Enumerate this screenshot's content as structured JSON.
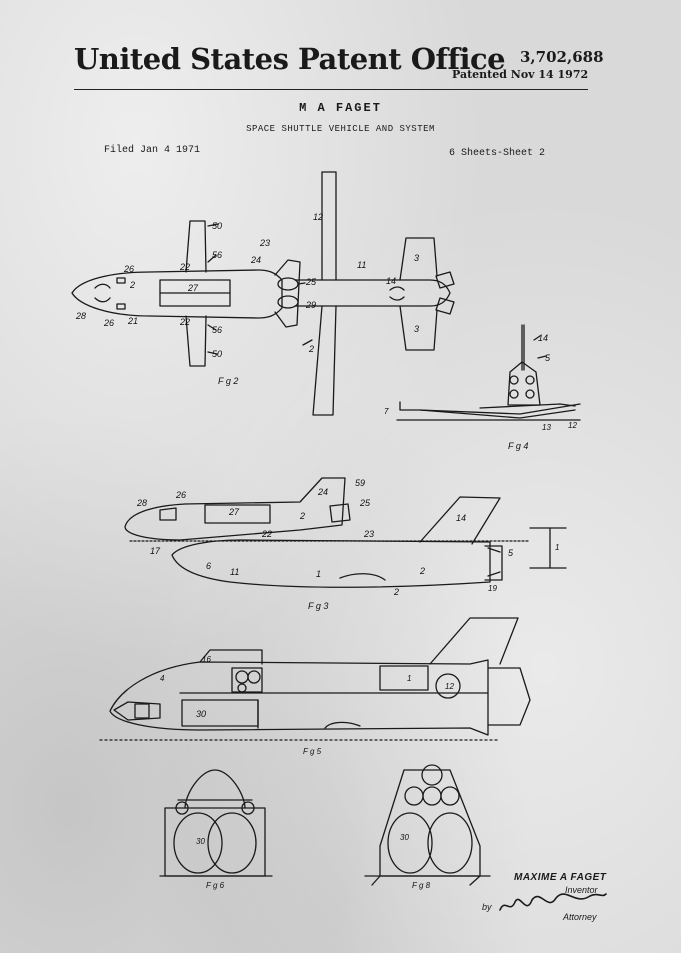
{
  "header": {
    "office": "United States Patent Office",
    "patent_number": "3,702,688",
    "patented": "Patented Nov 14 1972"
  },
  "inventor_line": "M A FAGET",
  "title": "SPACE SHUTTLE VEHICLE AND SYSTEM",
  "filed": "Filed Jan 4 1971",
  "sheets": "6 Sheets-Sheet 2",
  "figures": {
    "fig2": "F g 2",
    "fig3": "F g 3",
    "fig4": "F g 4",
    "fig5": "F g 5",
    "fig6": "F g 6",
    "fig8": "F g 8"
  },
  "ref_numerals": {
    "n50": "50",
    "n56": "56",
    "n22": "22",
    "n26": "26",
    "n2": "2",
    "n27": "27",
    "n28": "28",
    "n21": "21",
    "n23": "23",
    "n24": "24",
    "n25": "25",
    "n29": "29",
    "n12": "12",
    "n11": "11",
    "n14": "14",
    "n3": "3",
    "n5": "5",
    "n7": "7",
    "n13": "13",
    "n19": "19",
    "n17": "17",
    "n6": "6",
    "n1": "1",
    "n59": "59",
    "n30": "30",
    "n4": "4",
    "n16": "16"
  },
  "signature": {
    "name": "MAXIME A FAGET",
    "role_inventor": "Inventor",
    "by": "by",
    "signed": "W.E. Marcontell",
    "role_attorney": "Attorney"
  },
  "colors": {
    "paper": "#d9d9d9",
    "ink": "#1a1a1a"
  }
}
